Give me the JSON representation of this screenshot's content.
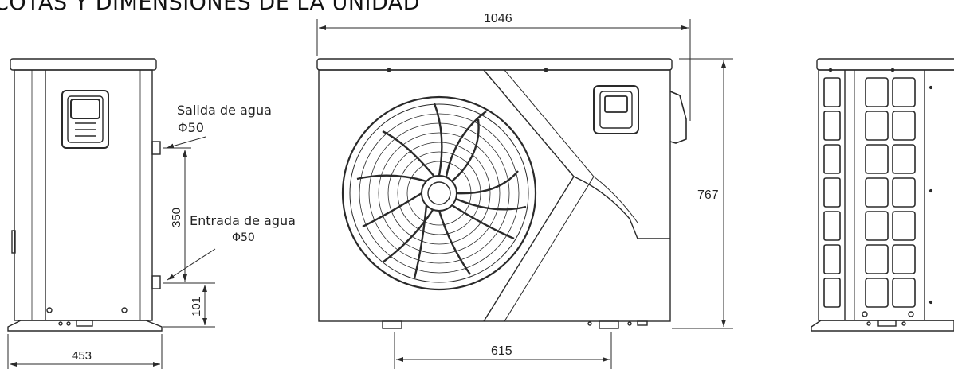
{
  "title": "COTAS Y DIMENSIONES DE LA UNIDAD",
  "colors": {
    "line": "#2a2a2a",
    "background": "#ffffff"
  },
  "side_view": {
    "outlet_label": "Salida de agua",
    "outlet_diameter": "Φ50",
    "inlet_label": "Entrada de agua",
    "inlet_diameter": "Φ50",
    "dim_width": "453",
    "dim_pipe_spacing": "350",
    "dim_inlet_height": "101"
  },
  "front_view": {
    "dim_width": "1046",
    "dim_height": "767",
    "dim_feet_spacing": "615"
  },
  "icons": [
    "fan-icon",
    "control-panel-icon",
    "water-pipe-icon",
    "grille-icon"
  ]
}
